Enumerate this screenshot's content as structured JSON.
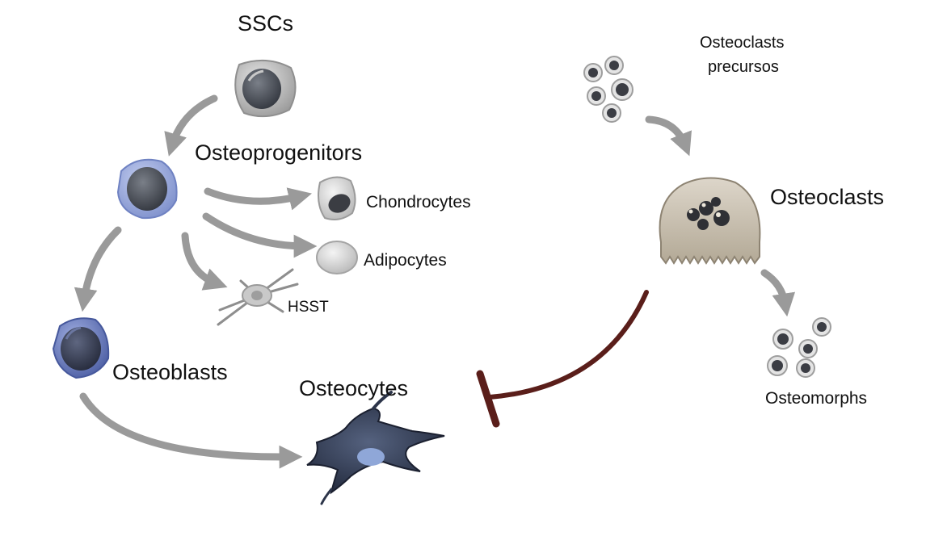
{
  "labels": {
    "sscs": "SSCs",
    "osteoprogenitors": "Osteoprogenitors",
    "chondrocytes": "Chondrocytes",
    "adipocytes": "Adipocytes",
    "hsst": "HSST",
    "osteoblasts": "Osteoblasts",
    "osteocytes": "Osteocytes",
    "osteoclasts_precursors_line1": "Osteoclasts",
    "osteoclasts_precursors_line2": "precursos",
    "osteoclasts": "Osteoclasts",
    "osteomorphs": "Osteomorphs"
  },
  "colors": {
    "arrow": "#9a9a9a",
    "inhibition": "#5a1e1a",
    "ssc_cell": "#b9b9b9",
    "osteoprogenitor_cell": "#8d9fd6",
    "osteoblast_cell": "#5f73b8",
    "osteocyte_cell": "#38445e",
    "osteoclast_cell": "#c9c0b2"
  }
}
